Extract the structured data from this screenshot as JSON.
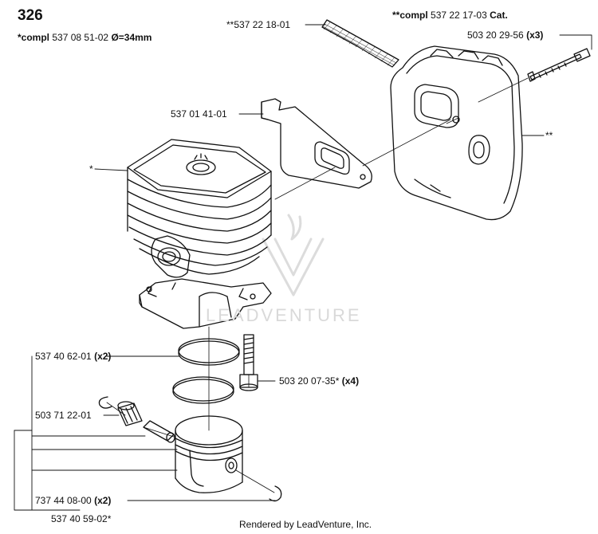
{
  "diagram": {
    "title": "326",
    "cylinder_kit": {
      "prefix": "*compl",
      "number": "537 08 51-02",
      "spec": "Ø=34mm"
    },
    "muffler_kit": {
      "prefix": "**compl",
      "number": "537 22 17-03",
      "suffix": "Cat."
    },
    "parts": {
      "spark_screen": "**537 22 18-01",
      "muffler_bolt": {
        "number": "503 20 29-56",
        "qty": "(x3)"
      },
      "gasket": "537 01 41-01",
      "cylinder_marker": "*",
      "muffler_marker": "**",
      "piston_ring": {
        "number": "537 40 62-01",
        "qty": "(x2)"
      },
      "cylinder_screw": {
        "number": "503 20 07-35*",
        "qty": "(x4)"
      },
      "needle_bearing": "503 71 22-01",
      "circlip": {
        "number": "737 44 08-00",
        "qty": "(x2)"
      },
      "piston_kit": "537 40 59-02*"
    },
    "watermark": "LEADVENTURE",
    "footer": "Rendered by LeadVenture, Inc."
  }
}
